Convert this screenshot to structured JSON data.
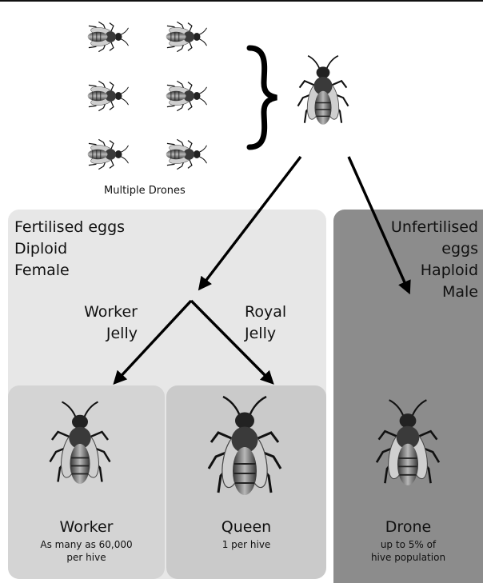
{
  "labels": {
    "multiple_drones": "Multiple Drones",
    "fertilised": "Fertilised eggs\nDiploid\nFemale",
    "unfertilised": "Unfertilised\neggs\nHaploid\nMale",
    "worker_jelly": "Worker\nJelly",
    "royal_jelly": "Royal\nJelly"
  },
  "castes": [
    {
      "name": "Worker",
      "description": "As many as 60,000\nper hive"
    },
    {
      "name": "Queen",
      "description": "1 per hive"
    },
    {
      "name": "Drone",
      "description": "up to 5% of\nhive population"
    }
  ]
}
